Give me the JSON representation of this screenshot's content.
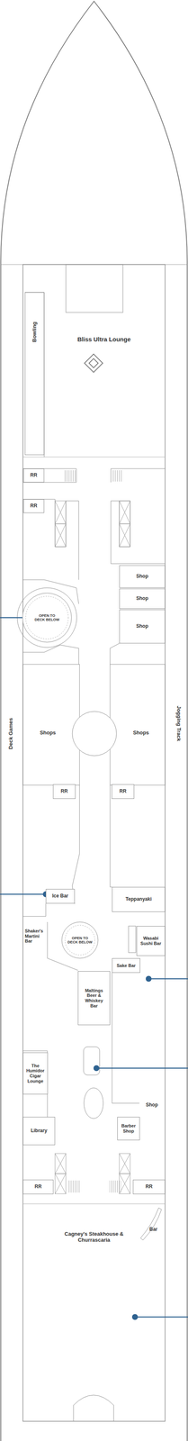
{
  "diagram": {
    "nodes": [
      {
        "text": [
          "Bliss Ultra Lounge"
        ]
      },
      {
        "text": [
          "Bowling"
        ]
      },
      {
        "text": [
          "RR"
        ]
      },
      {
        "text": [
          "RR"
        ]
      },
      {
        "text": [
          "OPEN TO DECK BELOW"
        ]
      },
      {
        "text": [
          "Shop"
        ]
      },
      {
        "text": [
          "Shop"
        ]
      },
      {
        "text": [
          "Shop"
        ]
      },
      {
        "text": [
          "Shops"
        ]
      },
      {
        "text": [
          "Shops"
        ]
      },
      {
        "text": [
          "RR"
        ]
      },
      {
        "text": [
          "RR"
        ]
      },
      {
        "text": [
          "Ice Bar"
        ]
      },
      {
        "text": [
          "Teppanyaki"
        ]
      },
      {
        "text": [
          "Shaker's Martini Bar"
        ]
      },
      {
        "text": [
          "OPEN TO DECK BELOW"
        ]
      },
      {
        "text": [
          "Wasabi Sushi Bar"
        ]
      },
      {
        "text": [
          "Sake Bar"
        ]
      },
      {
        "text": [
          "Maltings Beer & Whiskey Bar"
        ]
      },
      {
        "text": [
          "The Humidor Cigar Lounge"
        ]
      },
      {
        "text": [
          "Shop"
        ]
      },
      {
        "text": [
          "Barber Shop"
        ]
      },
      {
        "text": [
          "Library"
        ]
      },
      {
        "text": [
          "RR"
        ]
      },
      {
        "text": [
          "RR"
        ]
      },
      {
        "text": [
          "Cagney's Steakhouse & Churrascaria"
        ]
      },
      {
        "text": [
          "Bar"
        ],
        "in": 25
      }
    ],
    "labels": [
      "Deck Games",
      "Jogging Track"
    ]
  }
}
